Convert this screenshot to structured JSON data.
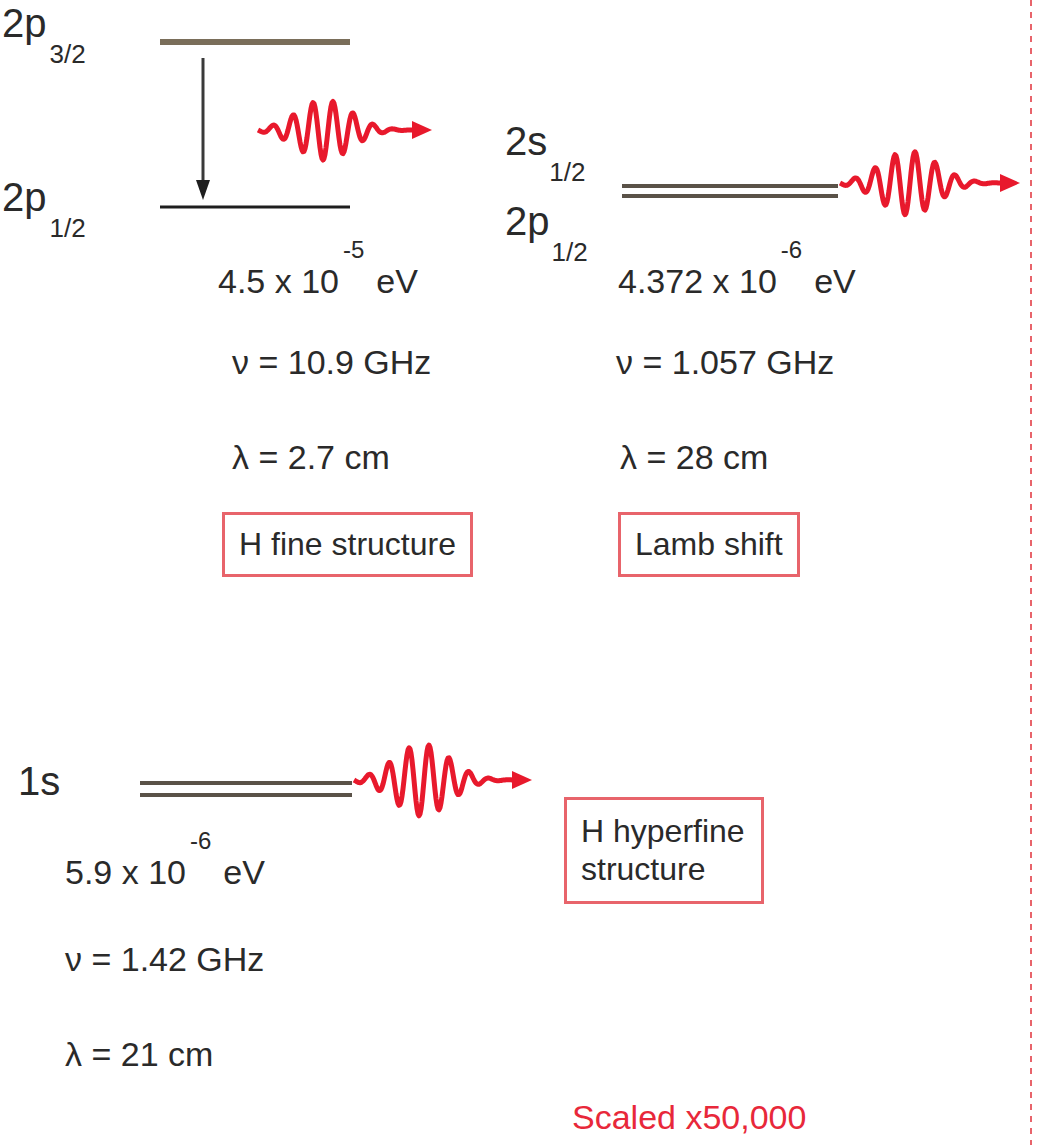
{
  "diagram": {
    "nodes": [
      {
        "text": [
          "H fine structure"
        ]
      },
      {
        "text": [
          "Lamb shift"
        ]
      },
      {
        "text": [
          "H hyperfine structure"
        ]
      }
    ],
    "labels": [
      "2p",
      "3/2",
      "2p",
      "1/2",
      "4.5 x 10",
      "-5",
      "eV",
      "ν = 10.9 GHz",
      "λ = 2.7 cm",
      "2s",
      "1/2",
      "2p",
      "1/2",
      "4.372 x 10",
      "-6",
      "eV",
      "ν = 1.057 GHz",
      "λ = 28 cm",
      "1s",
      "5.9 x 10",
      "-6",
      "eV",
      "ν = 1.42 GHz",
      "λ = 21 cm",
      "Scaled x50,000"
    ]
  }
}
